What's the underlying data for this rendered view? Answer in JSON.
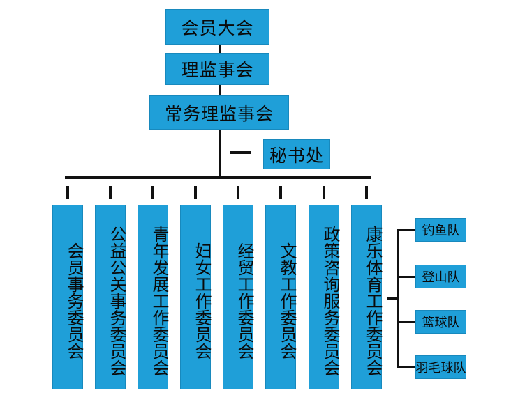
{
  "chart": {
    "top_nodes": [
      "会员大会",
      "理监事会",
      "常务理监事会"
    ],
    "secretariat": "秘书处",
    "committees": [
      "会员事务委员会",
      "公益公关事务委员会",
      "青年发展工作委员会",
      "妇女工作委员会",
      "经贸工作委员会",
      "文教工作委员会",
      "政策咨询服务委员会",
      "康乐体育工作委员会"
    ],
    "teams": [
      "钓鱼队",
      "登山队",
      "篮球队",
      "羽毛球队"
    ]
  },
  "colors": {
    "box_fill": "#1f9fd8",
    "line": "#111111",
    "text": "#0a0a0a"
  }
}
